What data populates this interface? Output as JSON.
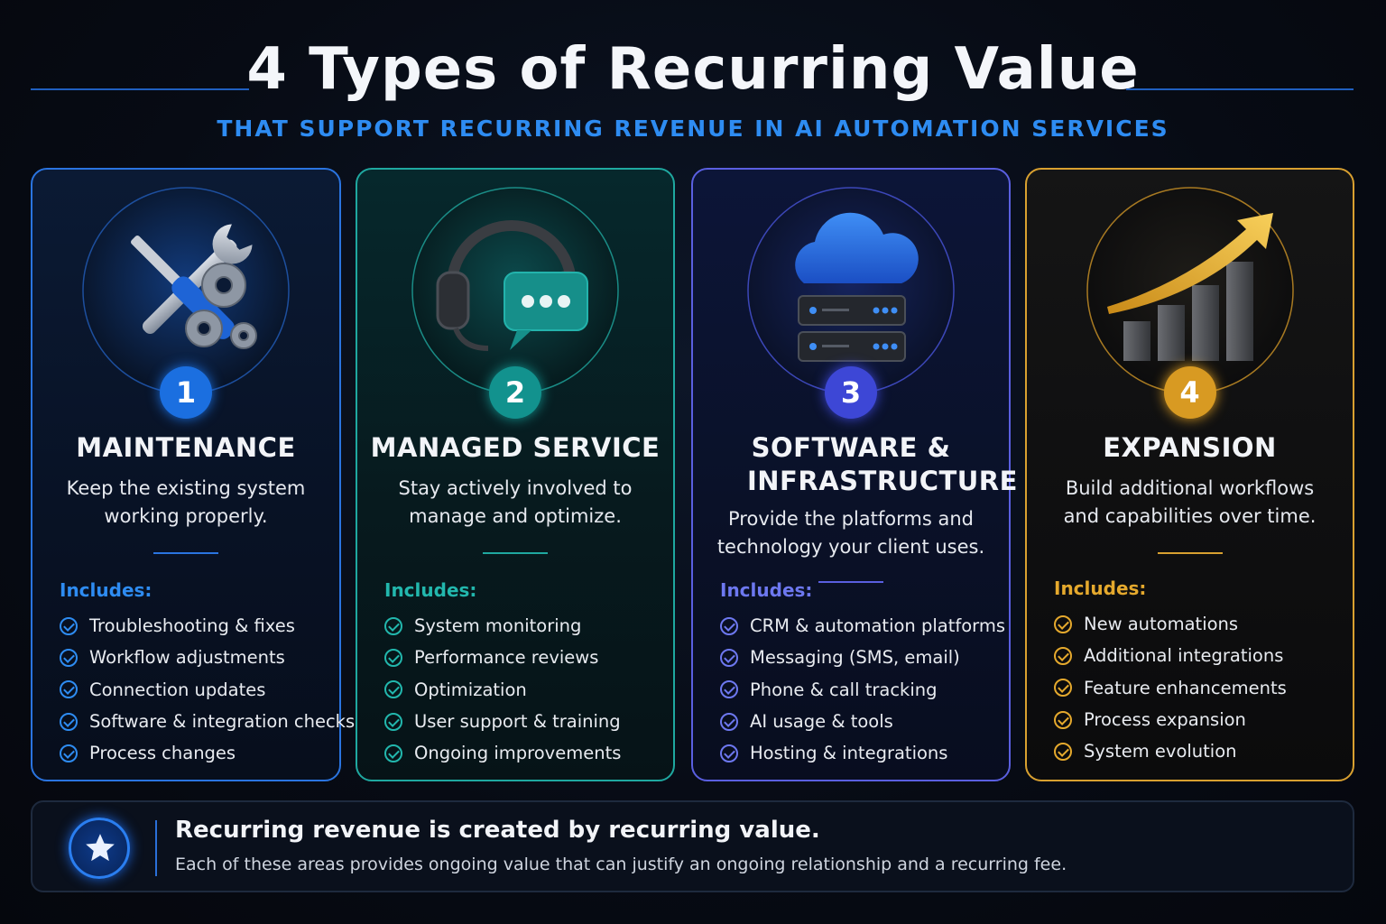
{
  "header": {
    "title": "4 Types of Recurring Value",
    "subtitle": "THAT SUPPORT RECURRING REVENUE IN AI AUTOMATION SERVICES"
  },
  "colors": {
    "maintenance": "#2a74e0",
    "managed_service": "#1fa8a0",
    "software_infrastructure": "#5a5fe0",
    "expansion": "#d8a030"
  },
  "cards": [
    {
      "number": "1",
      "icon": "wrench-screwdriver-gears-icon",
      "title": "MAINTENANCE",
      "description": "Keep the existing system working properly.",
      "includes_label": "Includes:",
      "items": [
        "Troubleshooting & fixes",
        "Workflow adjustments",
        "Connection updates",
        "Software & integration checks",
        "Process changes"
      ]
    },
    {
      "number": "2",
      "icon": "headset-chat-icon",
      "title": "MANAGED SERVICE",
      "description": "Stay actively involved to manage and optimize.",
      "includes_label": "Includes:",
      "items": [
        "System monitoring",
        "Performance reviews",
        "Optimization",
        "User support & training",
        "Ongoing improvements"
      ]
    },
    {
      "number": "3",
      "icon": "cloud-server-icon",
      "title": "SOFTWARE & INFRASTRUCTURE",
      "description": "Provide the platforms and technology your client uses.",
      "includes_label": "Includes:",
      "items": [
        "CRM & automation platforms",
        "Messaging (SMS, email)",
        "Phone & call tracking",
        "AI usage & tools",
        "Hosting & integrations"
      ]
    },
    {
      "number": "4",
      "icon": "growth-chart-arrow-icon",
      "title": "EXPANSION",
      "description": "Build additional workflows and capabilities over time.",
      "includes_label": "Includes:",
      "items": [
        "New automations",
        "Additional integrations",
        "Feature enhancements",
        "Process expansion",
        "System evolution"
      ]
    }
  ],
  "footer": {
    "icon": "star-icon",
    "headline": "Recurring revenue is created by recurring value.",
    "text": "Each of these areas provides ongoing value that can justify an ongoing relationship and a recurring fee."
  }
}
